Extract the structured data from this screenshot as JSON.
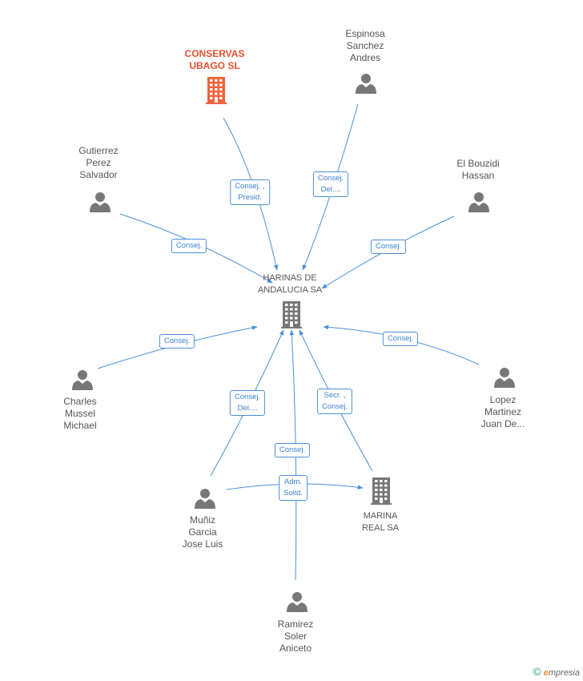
{
  "colors": {
    "edge": "#4a90d9",
    "person": "#777777",
    "company": "#777777",
    "main_company": "#f0643c"
  },
  "nodes": [
    {
      "id": "conservas",
      "type": "company-main",
      "label": "CONSERVAS\nUBAGO SL"
    },
    {
      "id": "espinosa",
      "type": "person",
      "label": "Espinosa\nSanchez\nAndres"
    },
    {
      "id": "gutierrez",
      "type": "person",
      "label": "Gutierrez\nPerez\nSalvador"
    },
    {
      "id": "bouzidi",
      "type": "person",
      "label": "El Bouzidi\nHassan"
    },
    {
      "id": "harinas",
      "type": "company",
      "label": "HARINAS DE\nANDALUCIA SA"
    },
    {
      "id": "charles",
      "type": "person",
      "label": "Charles\nMussel\nMichael"
    },
    {
      "id": "lopez",
      "type": "person",
      "label": "Lopez\nMartinez\nJuan De..."
    },
    {
      "id": "muniz",
      "type": "person",
      "label": "Muñiz\nGarcia\nJose Luis"
    },
    {
      "id": "marina",
      "type": "company",
      "label": "MARINA\nREAL SA"
    },
    {
      "id": "ramirez",
      "type": "person",
      "label": "Ramirez\nSoler\nAniceto"
    }
  ],
  "edges": [
    {
      "from": "conservas",
      "to": "harinas",
      "label": "Consej. ,\nPresid."
    },
    {
      "from": "espinosa",
      "to": "harinas",
      "label": "Consej.\nDel...."
    },
    {
      "from": "gutierrez",
      "to": "harinas",
      "label": "Consej."
    },
    {
      "from": "bouzidi",
      "to": "harinas",
      "label": "Consej."
    },
    {
      "from": "charles",
      "to": "harinas",
      "label": "Consej."
    },
    {
      "from": "lopez",
      "to": "harinas",
      "label": "Consej."
    },
    {
      "from": "muniz",
      "to": "harinas",
      "label": "Consej.\nDel...."
    },
    {
      "from": "marina",
      "to": "harinas",
      "label": "Secr. ,\nConsej."
    },
    {
      "from": "ramirez",
      "to": "harinas",
      "label": "Consej."
    },
    {
      "from": "muniz",
      "to": "marina",
      "label": "Adm.\nSolid."
    }
  ],
  "footer": {
    "copyright": "©",
    "brand_e": "e",
    "brand_rest": "mpresia"
  }
}
